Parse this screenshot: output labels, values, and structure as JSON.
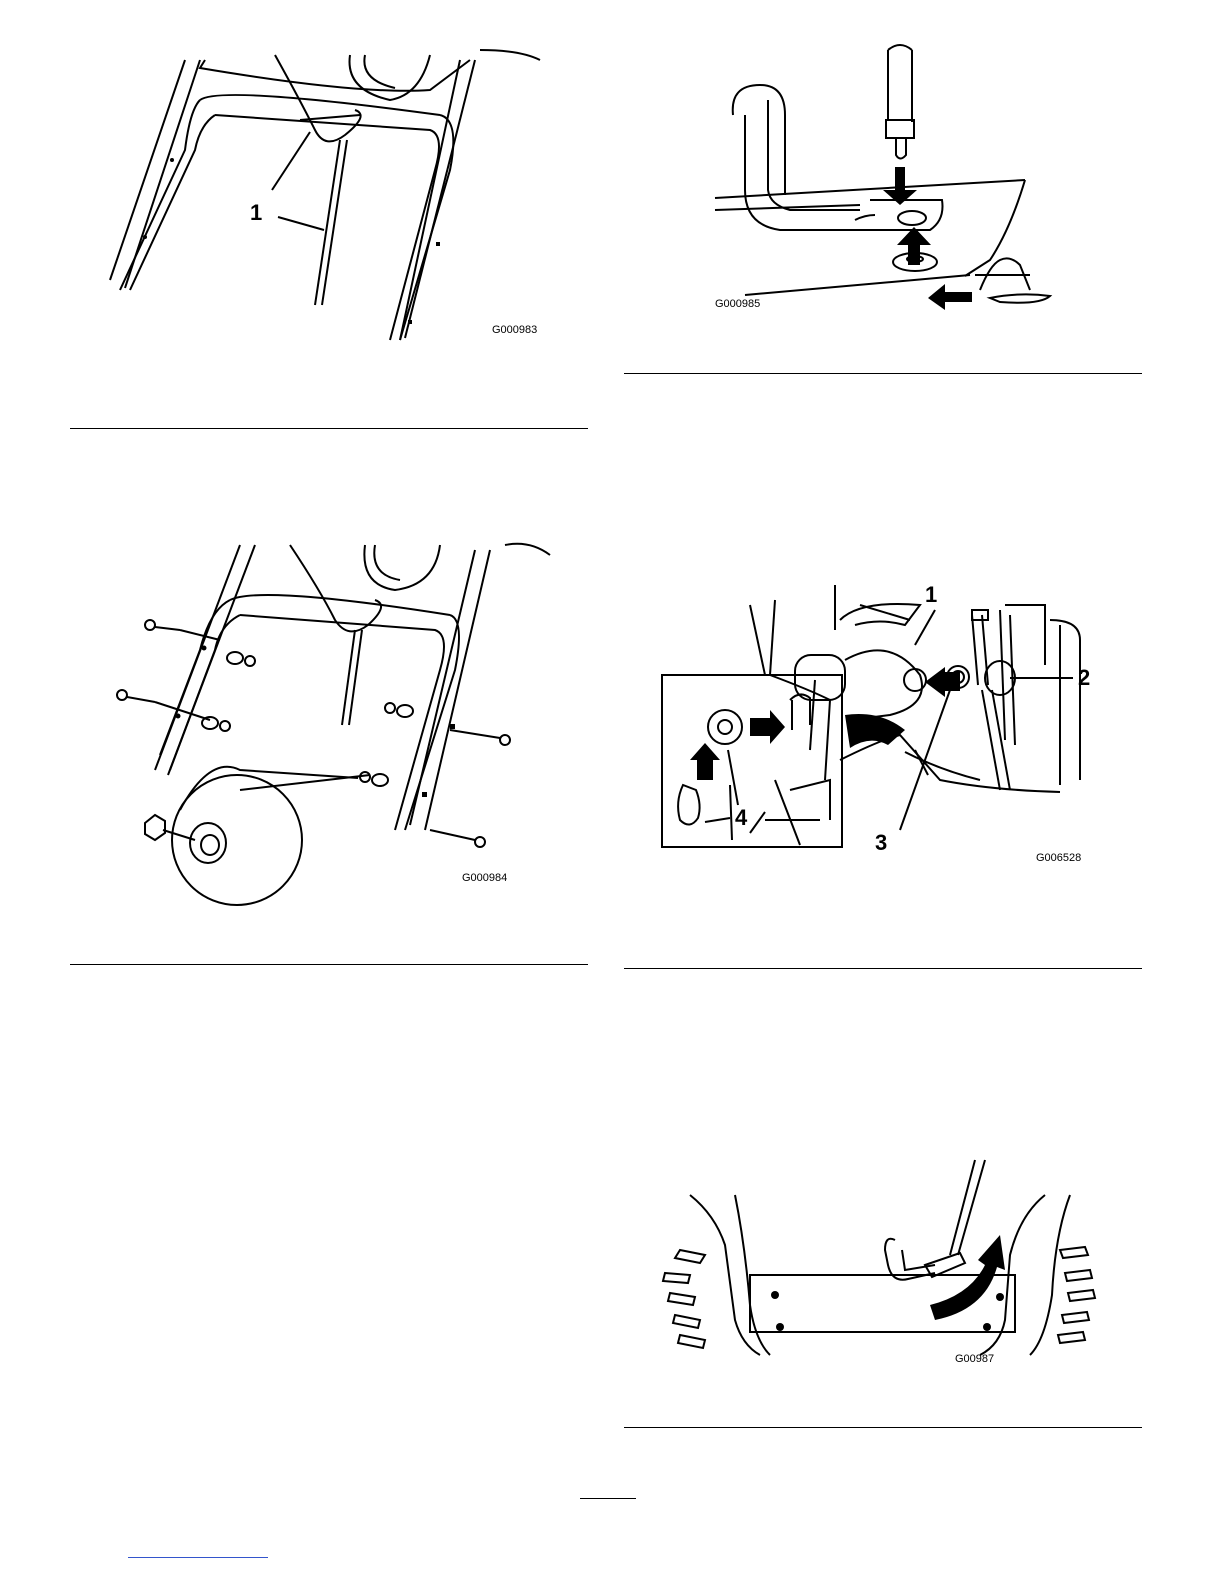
{
  "figures": [
    {
      "code": "G000983",
      "callouts": [
        "1"
      ]
    },
    {
      "code": "G000985",
      "callouts": []
    },
    {
      "code": "G000984",
      "callouts": []
    },
    {
      "code": "G006528",
      "callouts": [
        "1",
        "2",
        "3",
        "4"
      ]
    },
    {
      "code": "G00987",
      "callouts": []
    }
  ],
  "colors": {
    "ink": "#000000",
    "link": "#3355cc"
  }
}
